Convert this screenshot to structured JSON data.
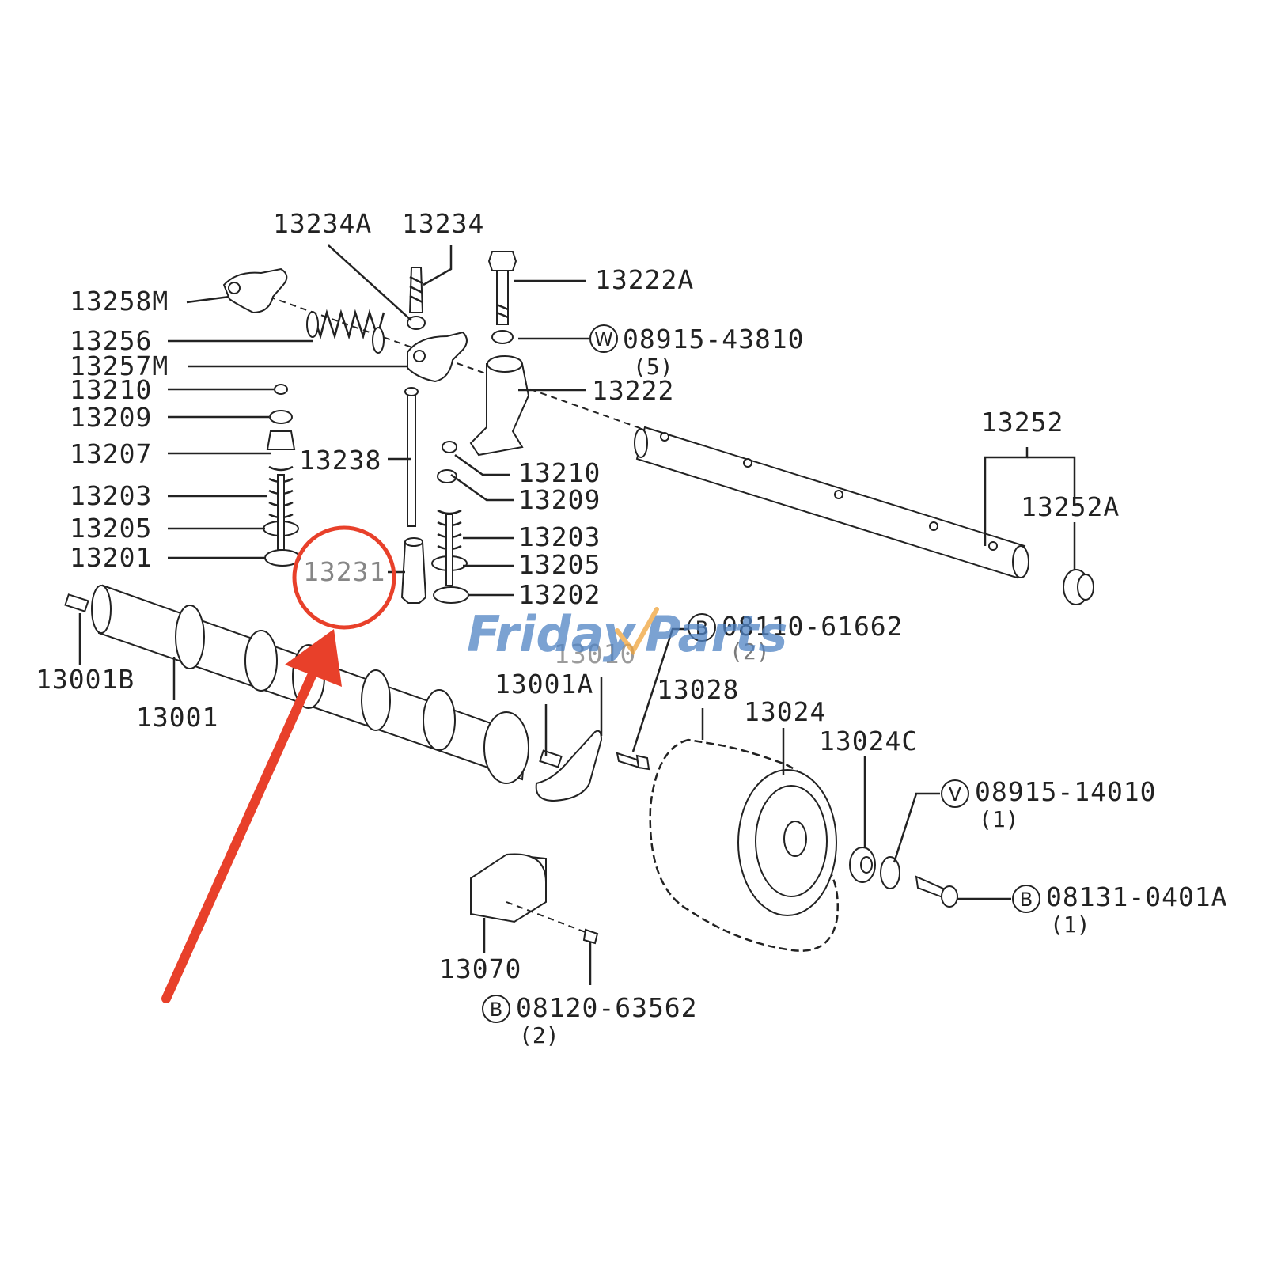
{
  "diagram": {
    "labels": {
      "p13234A": "13234A",
      "p13234": "13234",
      "p13258M": "13258M",
      "p13222A": "13222A",
      "p13256": "13256",
      "p08915_43810": "08915-43810",
      "p08915_43810_qty": "(5)",
      "p13257M": "13257M",
      "p13222": "13222",
      "p13210a": "13210",
      "p13209a": "13209",
      "p13207": "13207",
      "p13238": "13238",
      "p13252": "13252",
      "p13210b": "13210",
      "p13209b": "13209",
      "p13203a": "13203",
      "p13252A": "13252A",
      "p13205a": "13205",
      "p13203b": "13203",
      "p13201": "13201",
      "p13231": "13231",
      "p13205b": "13205",
      "p13202": "13202",
      "p08110_61662": "08110-61662",
      "p08110_61662_qty": "(2)",
      "p13010": "13010",
      "p13001B": "13001B",
      "p13001A": "13001A",
      "p13028": "13028",
      "p13001": "13001",
      "p13024": "13024",
      "p13024C": "13024C",
      "p08915_14010": "08915-14010",
      "p08915_14010_qty": "(1)",
      "p08131_0401A": "08131-0401A",
      "p08131_0401A_qty": "(1)",
      "p13070": "13070",
      "p08120_63562": "08120-63562",
      "p08120_63562_qty": "(2)"
    },
    "symbols": {
      "washer": "W",
      "bolt": "B",
      "v": "V"
    },
    "highlight": {
      "color": "#e8402a",
      "part": "13231"
    }
  },
  "watermark": {
    "friday": "Friday",
    "parts": "Parts",
    "blue": "#4f83c4",
    "orange": "#f0a33a"
  }
}
